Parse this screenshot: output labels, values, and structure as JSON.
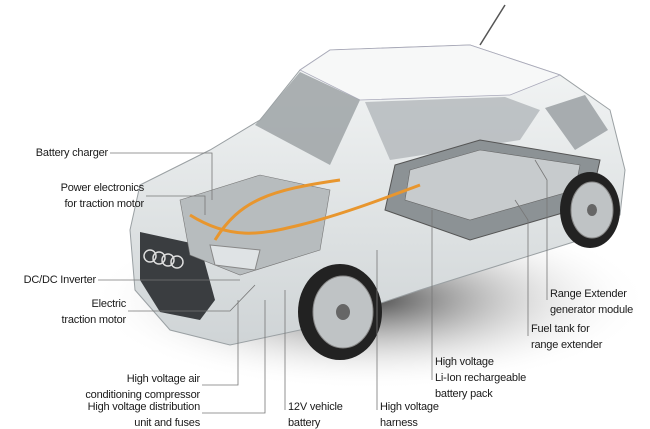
{
  "labels": {
    "battery_charger": [
      "Battery charger"
    ],
    "power_electronics": [
      "Power electronics",
      "for traction motor"
    ],
    "dcdc_inverter": [
      "DC/DC Inverter"
    ],
    "electric_motor": [
      "Electric",
      "traction motor"
    ],
    "ac_compressor": [
      "High voltage air",
      "conditioning compressor"
    ],
    "distribution_unit": [
      "High voltage distribution",
      "unit and fuses"
    ],
    "vehicle_battery": [
      "12V vehicle",
      "battery"
    ],
    "harness": [
      "High voltage",
      "harness"
    ],
    "battery_pack": [
      "High voltage",
      "Li-Ion rechargeable",
      "battery pack"
    ],
    "fuel_tank": [
      "Fuel tank for",
      "range extender"
    ],
    "range_extender": [
      "Range Extender",
      "generator module"
    ]
  },
  "colors": {
    "body": "#e6e9ea",
    "glass": "#9ea3a6",
    "cable": "#e8962e",
    "line": "#777777"
  }
}
